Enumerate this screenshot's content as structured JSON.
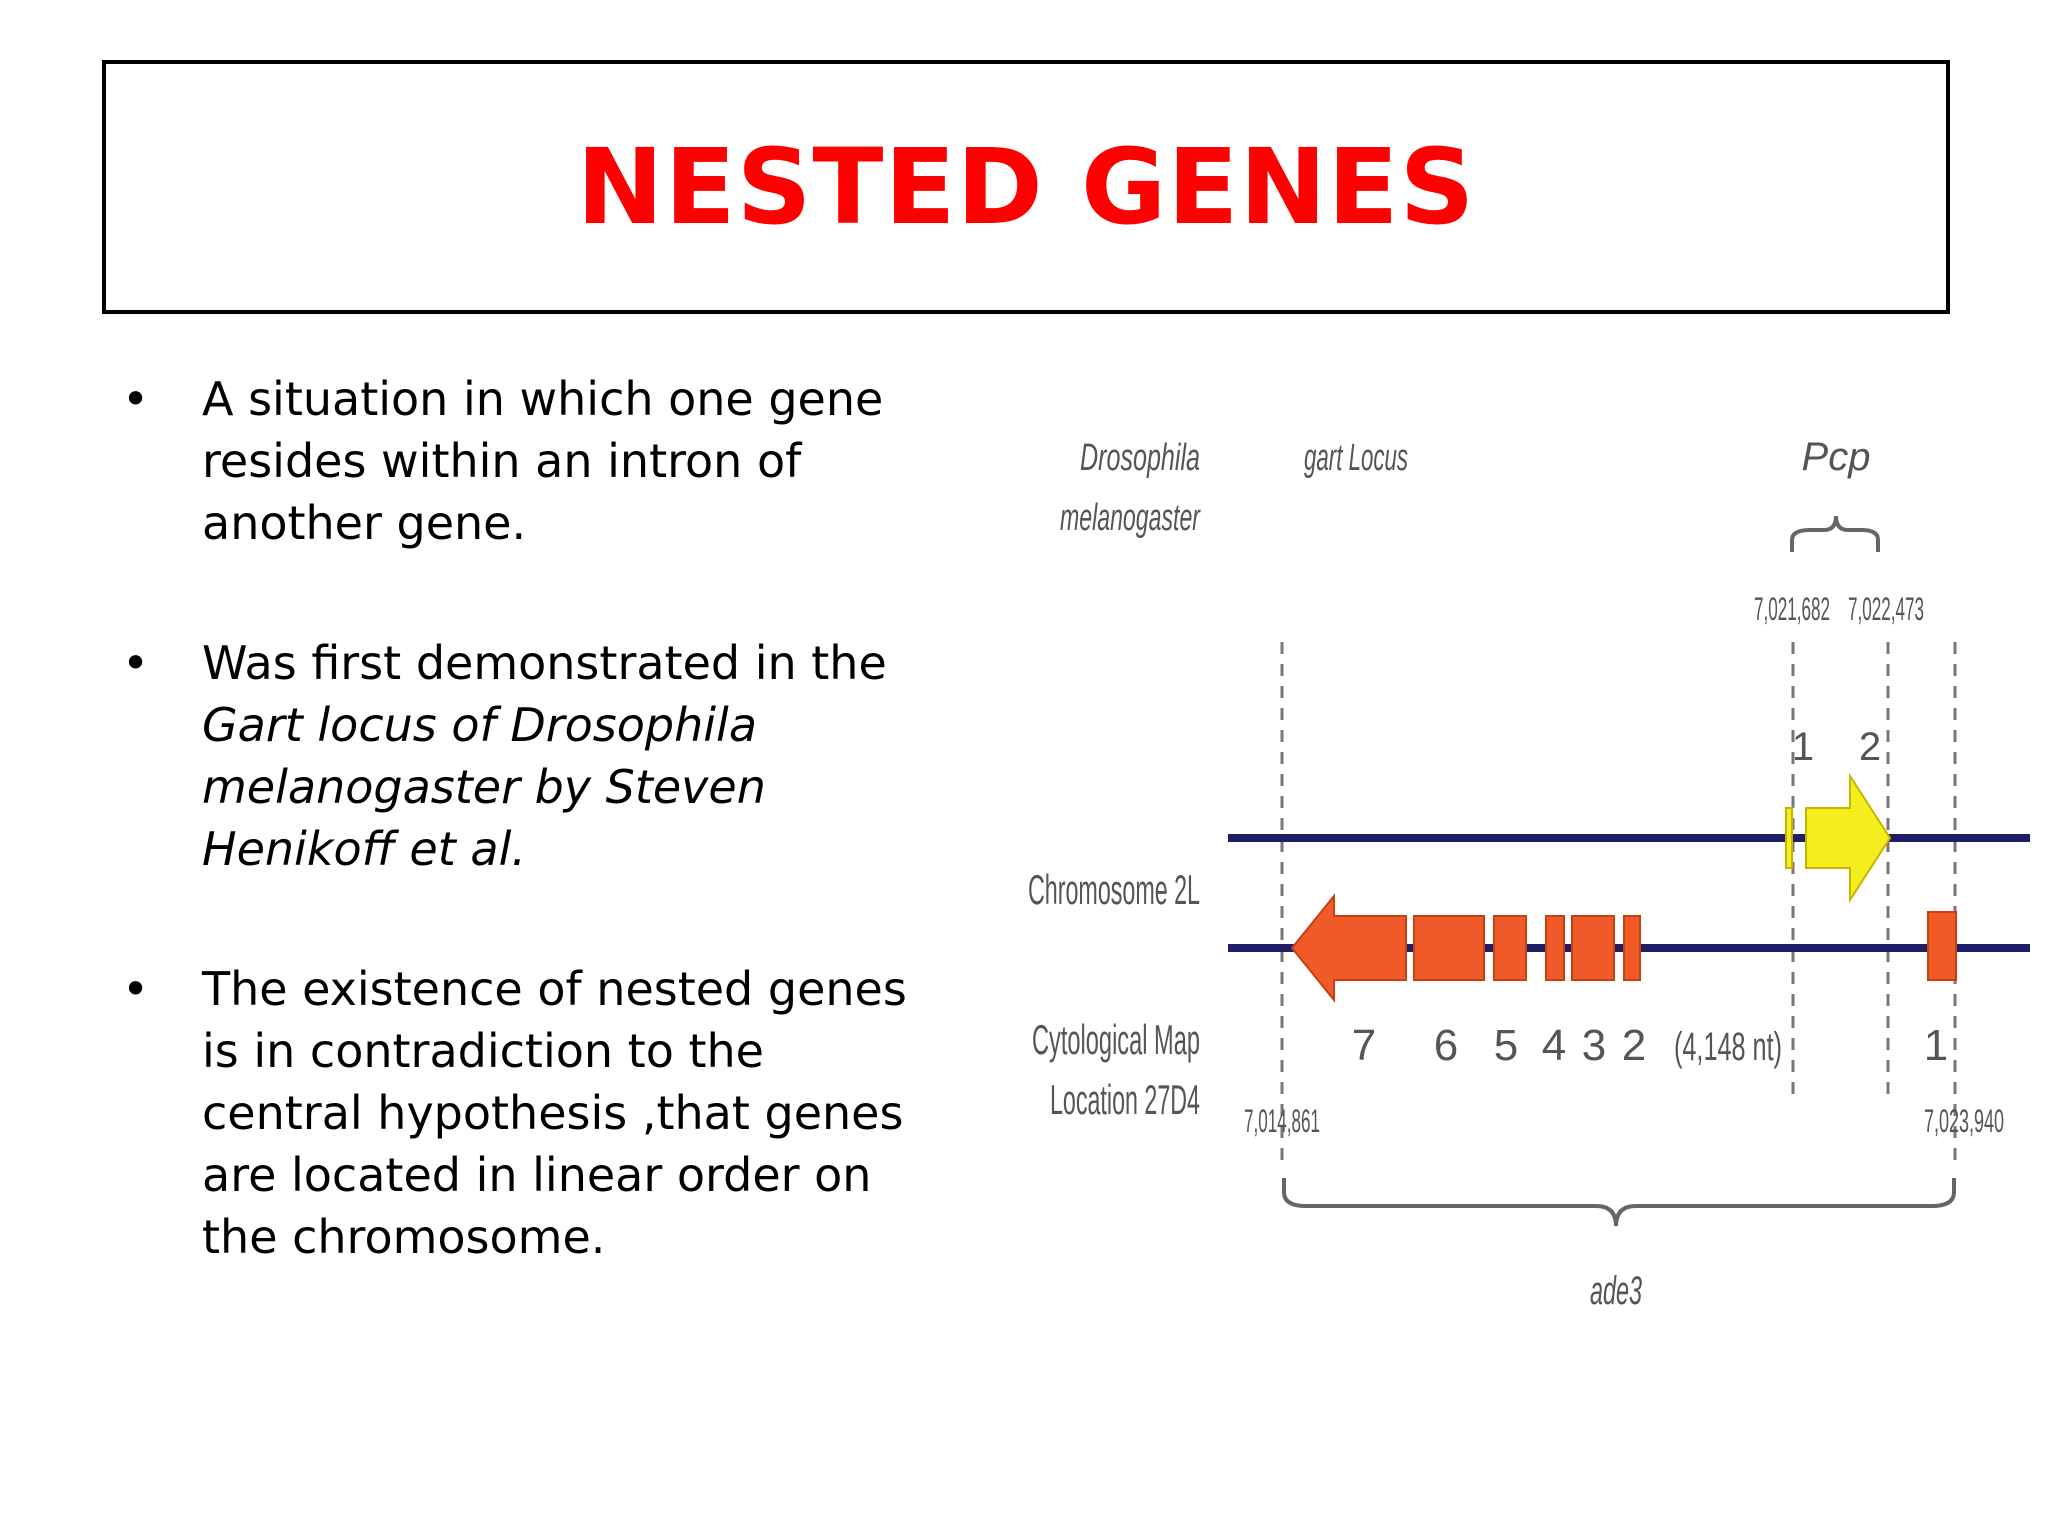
{
  "slide": {
    "title": "NESTED GENES",
    "bullets": [
      {
        "parts": [
          {
            "text": "A situation in which one gene resides within an intron of another gene.",
            "italic": false
          }
        ]
      },
      {
        "parts": [
          {
            "text": " Was first demonstrated in the ",
            "italic": false
          },
          {
            "text": "Gart locus of Drosophila melanogaster by Steven Henikoff et al.",
            "italic": true
          }
        ]
      },
      {
        "parts": [
          {
            "text": "The existence of nested genes is in contradiction to the central hypothesis ,that genes are located in linear order on the chromosome.",
            "italic": false
          }
        ]
      }
    ],
    "bullet_glyph": "•"
  },
  "diagram": {
    "species_line1": "Drosophila",
    "species_line2": "melanogaster",
    "locus_label": "gart Locus",
    "pcp_label": "Pcp",
    "pcp_start": "7,021,682",
    "pcp_end": "7,022,473",
    "pcp_exon1": "1",
    "pcp_exon2": "2",
    "chromosome_label": "Chromosome 2L",
    "cyto_line1": "Cytological Map",
    "cyto_line2": "Location 27D4",
    "exon_numbers": [
      "7",
      "6",
      "5",
      "4",
      "3",
      "2"
    ],
    "intron_size": "(4,148 nt)",
    "exon_last": "1",
    "gart_start": "7,014,861",
    "gart_end": "7,023,940",
    "gene_label": "ade3",
    "colors": {
      "chromosome_line": "#1f1f66",
      "gart_exons": "#f05a28",
      "pcp_gene": "#f5ee1e",
      "title": "#ff0000"
    }
  }
}
